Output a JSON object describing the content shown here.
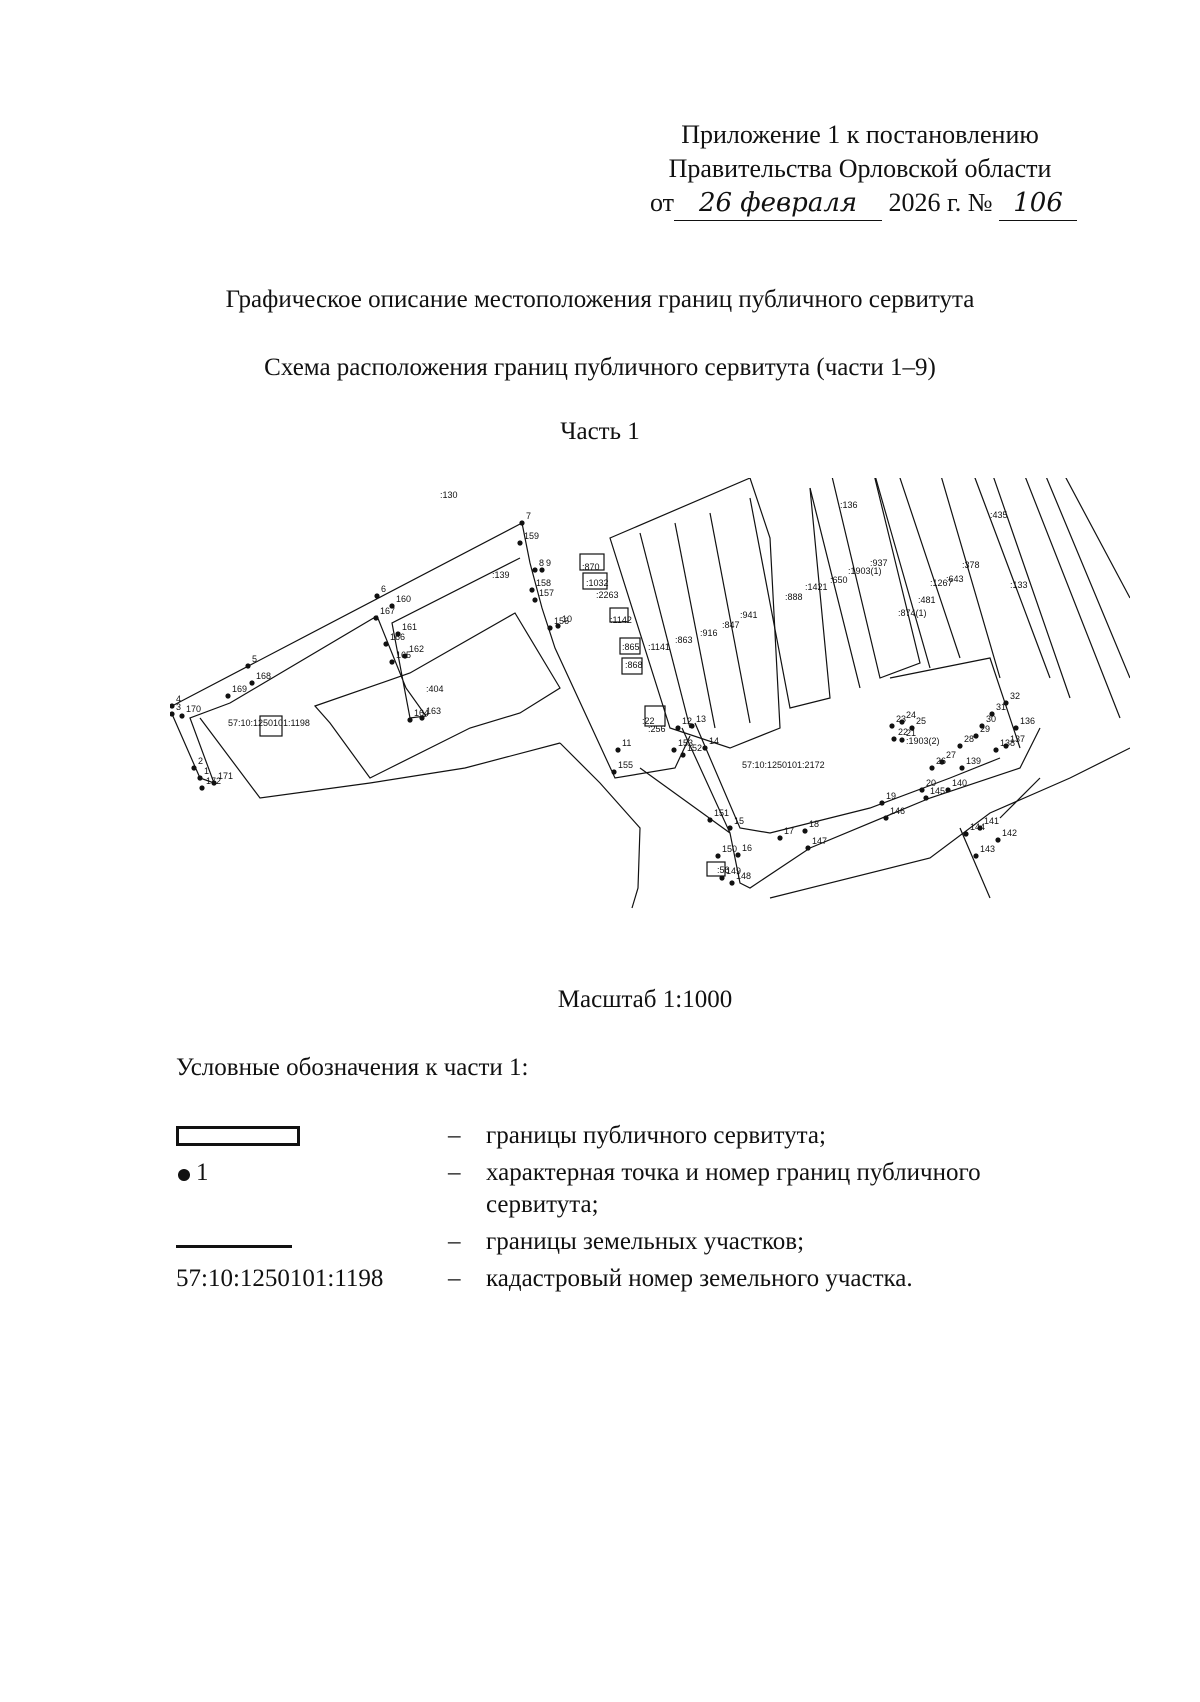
{
  "header": {
    "line1": "Приложение 1 к постановлению",
    "line2": "Правительства Орловской области",
    "prefix": "от",
    "date_handwritten": "26 февраля",
    "year": "2026 г. №",
    "number_handwritten": "106"
  },
  "titles": {
    "main": "Графическое описание местоположения границ публичного сервитута",
    "sub": "Схема расположения границ публичного сервитута (части 1–9)",
    "part": "Часть 1"
  },
  "map": {
    "parcel_labels": [
      ":130",
      ":139",
      ":870",
      ":1032",
      ":2263",
      ":1142",
      ":865",
      ":868",
      ":1141",
      ":863",
      ":916",
      ":847",
      ":941",
      ":888",
      ":1421",
      ":650",
      ":1903(1)",
      ":937",
      ":136",
      ":1267",
      ":643",
      ":481",
      ":874(1)",
      ":378",
      ":435",
      ":133",
      ":404",
      "57:10:1250101:1198",
      "57:10:1250101:2172",
      ":1903(2)",
      ":56",
      ":22",
      ":256"
    ],
    "point_labels": [
      "1",
      "2",
      "3",
      "4",
      "5",
      "6",
      "7",
      "8",
      "9",
      "10",
      "11",
      "12",
      "13",
      "14",
      "15",
      "16",
      "17",
      "18",
      "19",
      "20",
      "21",
      "22",
      "23",
      "24",
      "25",
      "26",
      "27",
      "28",
      "29",
      "30",
      "31",
      "32",
      "136",
      "137",
      "138",
      "139",
      "140",
      "141",
      "142",
      "143",
      "144",
      "145",
      "146",
      "147",
      "148",
      "149",
      "150",
      "151",
      "152",
      "153",
      "155",
      "156",
      "157",
      "158",
      "159",
      "160",
      "161",
      "162",
      "163",
      "164",
      "165",
      "166",
      "167",
      "168",
      "169",
      "170",
      "171",
      "172"
    ]
  },
  "scale": "Масштаб 1:1000",
  "legend": {
    "title": "Условные обозначения к части 1:",
    "dash": "–",
    "point_symbol_number": "1",
    "items": [
      "границы публичного сервитута;",
      "характерная точка и номер границ публичного сервитута;",
      "границы земельных участков;",
      "кадастровый номер земельного участка."
    ],
    "cadastral_example": "57:10:1250101:1198"
  }
}
